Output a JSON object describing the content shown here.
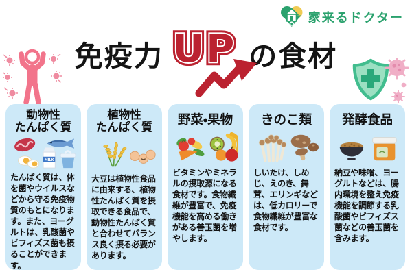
{
  "brand": {
    "name": "家来るドクター",
    "color": "#2ba26e"
  },
  "title": {
    "prefix": "免疫力",
    "emphasis": "UP",
    "suffix": "の食材",
    "emphasis_color": "#bb2230"
  },
  "decorations": {
    "left_icon": "person-raising-arms-repelling-viruses",
    "right_icon": "shield-with-cross-blocking-viruses",
    "person_pink": "#f2748b",
    "shield_green": "#41bd8e",
    "virus_pink": "#f0aec6"
  },
  "panel_color": "#cde9f8",
  "columns": [
    {
      "header1": "動物性",
      "header2": "たんぱく質",
      "icon_names": [
        "meat-icon",
        "fish-icon",
        "eggs-icon",
        "milk-icon",
        "yogurt-icon"
      ],
      "milk_label": "MILK",
      "body": "たんぱく質は、体を菌やウイルスなどから守る免疫物質のもとになります。また、ヨーグルトは、乳酸菌やビフィズス菌も摂ることができます。"
    },
    {
      "header1": "植物性",
      "header2": "たんぱく質",
      "icon_names": [
        "rice-ear-icon",
        "soybeans-icon"
      ],
      "body": "大豆は植物性食品に由来する、植物性たんぱく質を摂取できる食品で、動物性たんぱく質と合わせてバランス良く摂る必要があります。"
    },
    {
      "header1": "野菜・果物",
      "icon_names": [
        "vegetables-icon",
        "fruits-icon"
      ],
      "body": "ビタミンやミネラルの摂取源になる食材です。食物繊維が豊富で、免疫機能を高める働きがある善玉菌を増やします。"
    },
    {
      "header1": "きのこ類",
      "icon_names": [
        "shimeji-icon",
        "shiitake-icon"
      ],
      "body": "しいたけ、しめじ、えのき、舞茸、エリンギなどは、低カロリーで食物繊維が豊富な食材です。"
    },
    {
      "header1": "発酵食品",
      "icon_names": [
        "natto-bowl-icon",
        "miso-tub-icon"
      ],
      "body": "納豆や味噌、ヨーグルトなどは、腸内環境を整え免疫機能を調節する乳酸菌やビフィズス菌などの善玉菌を含みます。"
    }
  ]
}
